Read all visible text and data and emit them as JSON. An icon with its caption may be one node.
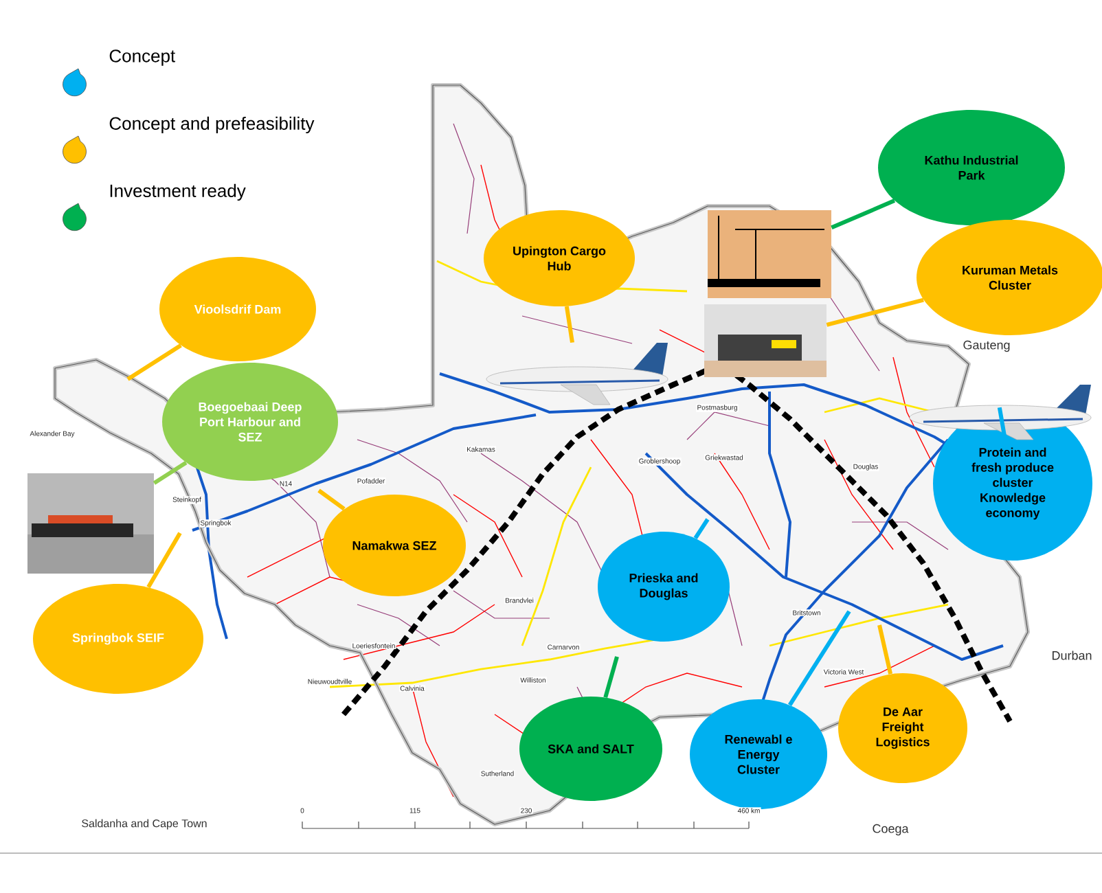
{
  "diagram": {
    "nodes": [
      {
        "text": [
          "Vioolsdrif Dam"
        ]
      },
      {
        "text": [
          "Boegoebaai Deep Port Harbour and SEZ"
        ]
      },
      {
        "text": [
          "Upington Cargo Hub"
        ]
      },
      {
        "text": [
          "Kathu Industrial Park"
        ]
      },
      {
        "text": [
          "Kuruman Metals Cluster"
        ]
      },
      {
        "text": [
          "Namakwa SEZ"
        ]
      },
      {
        "text": [
          "Springbok SEIF"
        ]
      },
      {
        "text": [
          "Protein and fresh produce cluster Knowledge economy"
        ]
      },
      {
        "text": [
          "Prieska and Douglas"
        ]
      },
      {
        "text": [
          "SKA and SALT"
        ]
      },
      {
        "text": [
          "Renewabl e Energy Cluster"
        ]
      },
      {
        "text": [
          "De Aar Freight Logistics"
        ]
      },
      {
        "text": [],
        "shape": "picture"
      },
      {
        "text": [],
        "shape": "picture"
      },
      {
        "text": [],
        "shape": "picture"
      },
      {
        "text": [],
        "shape": "picture"
      },
      {
        "text": [],
        "shape": "picture"
      }
    ],
    "edges": [
      {
        "from": 0,
        "to": null,
        "arrow": "none"
      },
      {
        "from": 1,
        "to": 14,
        "arrow": "none",
        "color": "#92d050"
      },
      {
        "from": 2,
        "to": 15,
        "arrow": "none"
      },
      {
        "from": 3,
        "to": 12,
        "arrow": "none",
        "color": "#00b050"
      },
      {
        "from": 4,
        "to": 13,
        "arrow": "none"
      },
      {
        "from": 5,
        "to": null,
        "arrow": "none"
      },
      {
        "from": 6,
        "to": null,
        "arrow": "none"
      },
      {
        "from": 7,
        "to": 16,
        "arrow": "none",
        "color": "#00b0f0"
      },
      {
        "from": 8,
        "to": null,
        "arrow": "none",
        "color": "#00b0f0"
      },
      {
        "from": 9,
        "to": null,
        "arrow": "none",
        "color": "#00b050"
      },
      {
        "from": 10,
        "to": null,
        "arrow": "none",
        "color": "#00b0f0"
      },
      {
        "from": 11,
        "to": null,
        "arrow": "none"
      }
    ],
    "labels": [
      "Alexander Bay",
      "Gauteng",
      "Steinkopf",
      "Springbok",
      "N14",
      "Pofadder",
      "Kakamas",
      "Groblershoop",
      "Postmasburg",
      "Griekwastad",
      "Douglas",
      "Brandvlei",
      "Loeriesfontein",
      "Nieuwoudtville",
      "Calvinia",
      "Carnarvon",
      "Williston",
      "Sutherland",
      "Britstown",
      "Victoria West",
      "Durban",
      "Saldanha and Cape Town",
      "0",
      "115",
      "230",
      "460 km",
      "Coega"
    ],
    "legend": [
      {
        "text": "Concept",
        "color": "#00b0f0"
      },
      {
        "text": "Concept and prefeasibility",
        "color": "#ffc000"
      },
      {
        "text": "Investment ready",
        "color": "#00b050"
      }
    ]
  }
}
